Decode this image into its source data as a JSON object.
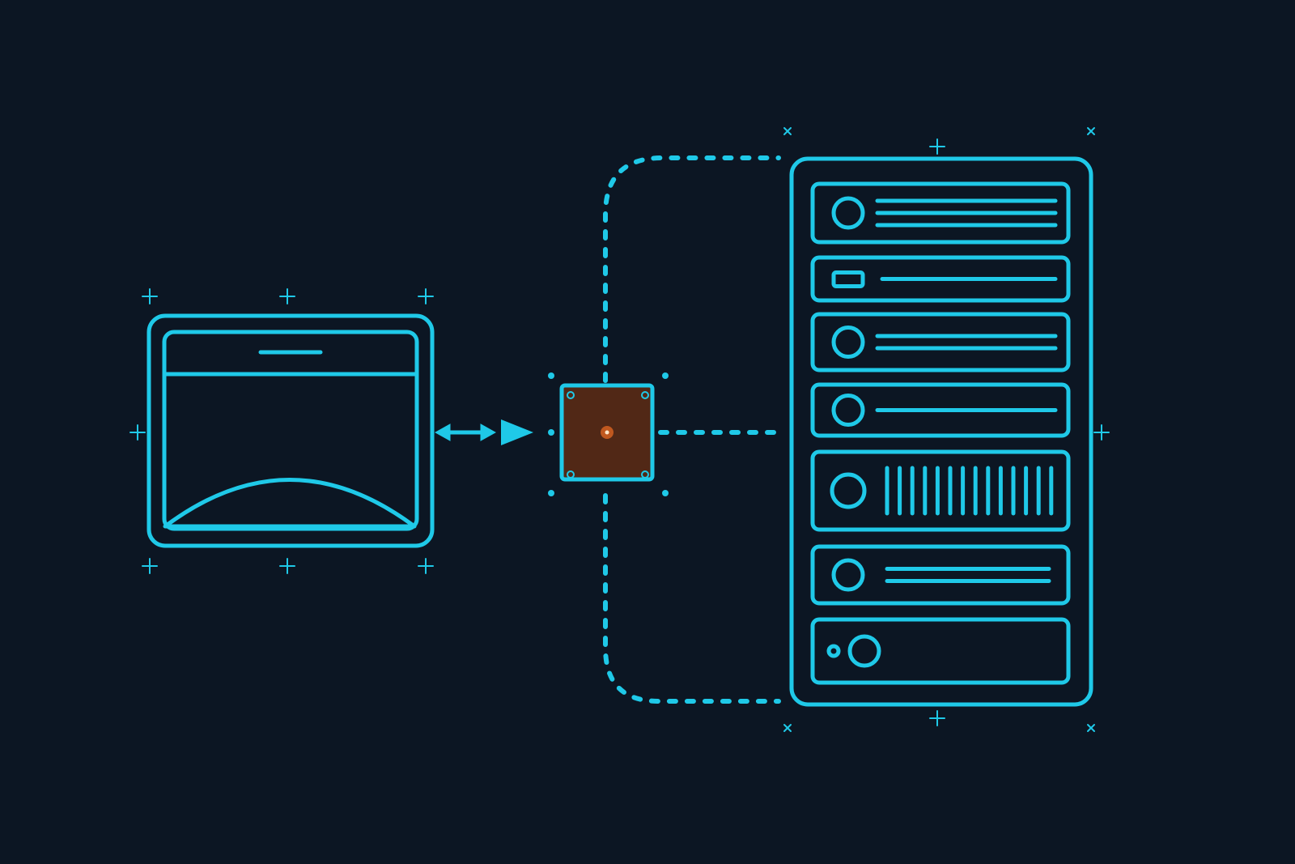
{
  "colors": {
    "background": "#0c1623",
    "stroke": "#1fc9e8",
    "chip_fill": "#512816",
    "chip_core": "#c0581f",
    "chip_core_highlight": "#ffe6c8"
  },
  "icons": {
    "left_device": "browser-window-icon",
    "arrow": "double-arrow-icon",
    "play": "triangle-arrow-icon",
    "chip": "chip-icon",
    "right_device": "server-rack-icon",
    "crosshair": "plus-marker-icon",
    "corner_mark": "x-marker-icon"
  },
  "server": {
    "rows": [
      {
        "kind": "circle-three-lines"
      },
      {
        "kind": "rect-one-line"
      },
      {
        "kind": "circle-two-lines"
      },
      {
        "kind": "circle-one-line"
      },
      {
        "kind": "circle-bars"
      },
      {
        "kind": "circle-two-lines"
      },
      {
        "kind": "dot-circle"
      }
    ]
  }
}
